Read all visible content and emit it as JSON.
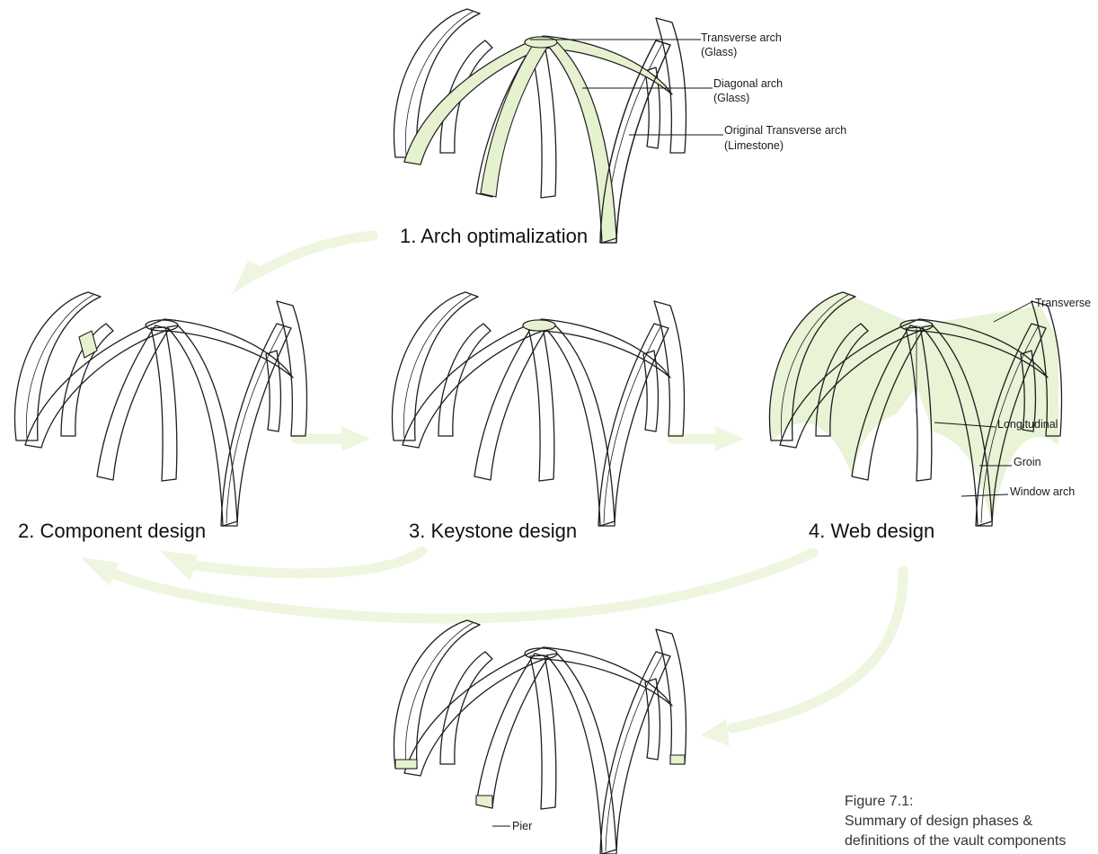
{
  "stages": {
    "arch_optimalization": "1. Arch optimalization",
    "component_design": "2. Component design",
    "keystone_design": "3. Keystone design",
    "web_design": "4. Web design"
  },
  "labels": {
    "transverse_arch_line1": "Transverse arch",
    "transverse_arch_line2": "(Glass)",
    "diagonal_arch_line1": "Diagonal arch",
    "diagonal_arch_line2": "(Glass)",
    "original_transverse_line1": "Original Transverse arch",
    "original_transverse_line2": "(Limestone)",
    "transverse_web": "Transverse",
    "longitudinal": "Longitudinal",
    "groin": "Groin",
    "window_arch": "Window arch",
    "pier": "Pier"
  },
  "caption": {
    "line1": "Figure 7.1:",
    "line2": "Summary of design phases &",
    "line3": "definitions of the vault components"
  },
  "colors": {
    "glass_highlight": "#e6f1cf",
    "flow_arrow": "#eef6df",
    "outline": "#1e1e1e"
  }
}
